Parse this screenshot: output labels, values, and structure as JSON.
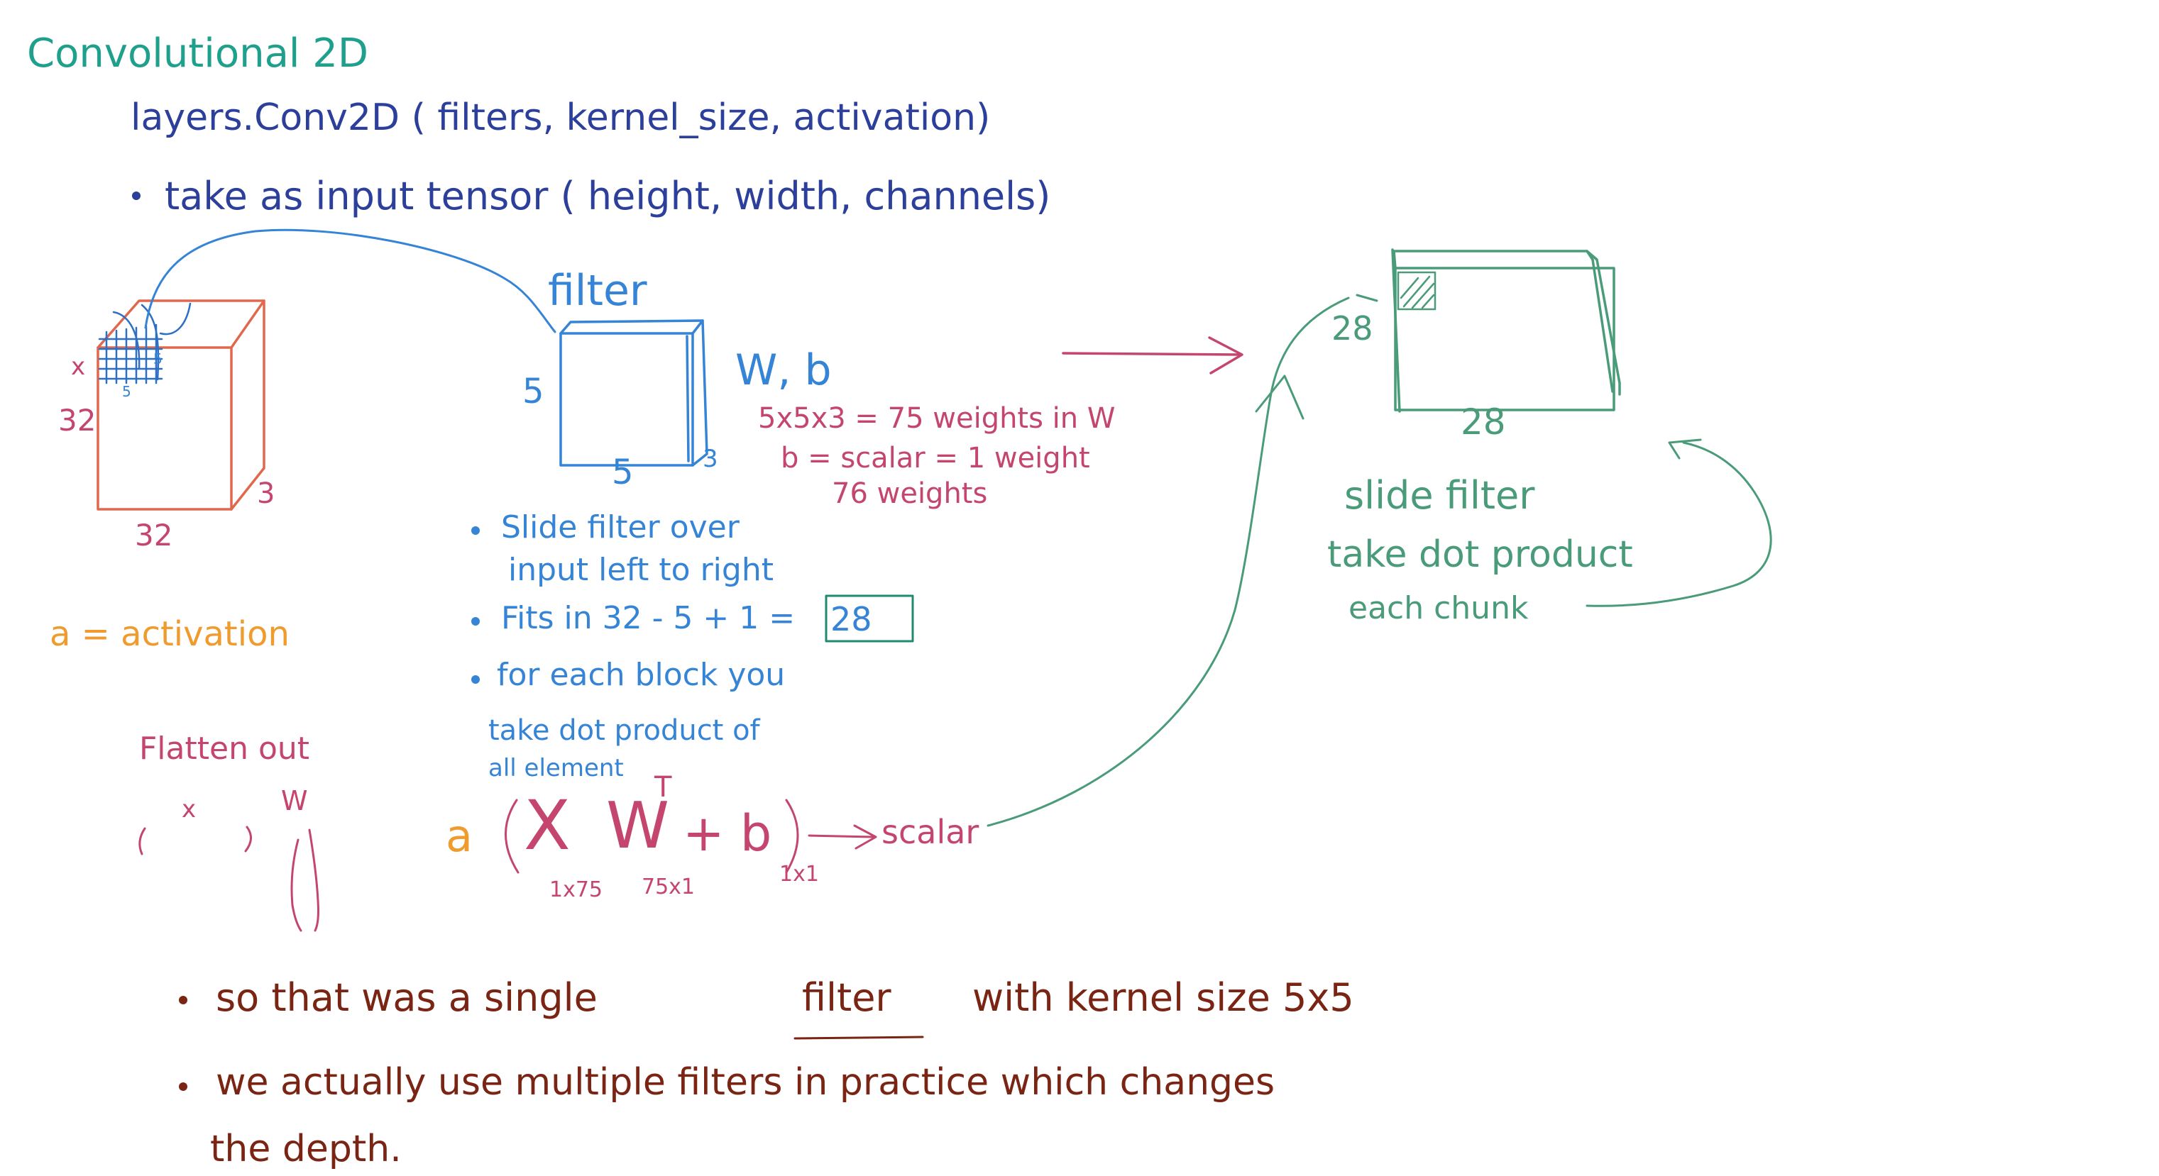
{
  "title": "Convolutional 2D",
  "code_line": "layers.Conv2D ( filters, kernel_size, activation)",
  "input_note": "take as input tensor ( height, width, channels)",
  "input_cube": {
    "height_label": "32",
    "width_label": "32",
    "depth_label": "3",
    "x_label": "x",
    "patch_label_1": "5",
    "patch_label_2": "5"
  },
  "filter": {
    "title": "filter",
    "side_label": "5",
    "bottom_label": "5",
    "depth_label": "3",
    "params_label": "W, b"
  },
  "weights": {
    "line1": "5x5x3 = 75 weights in W",
    "line2": "b = scalar = 1 weight",
    "line3": "76 weights"
  },
  "slide_notes": {
    "line1": "Slide filter over",
    "line2": "input left to right",
    "line3_prefix": "Fits in 32 - 5 + 1 =",
    "line3_value": "28",
    "line4": "for each block you",
    "line5": "take dot product of",
    "line6": "all element"
  },
  "activation_note": "a = activation",
  "flatten": {
    "label": "Flatten out",
    "x_label": "x",
    "w_label": "W"
  },
  "formula": {
    "a": "a",
    "x": "X",
    "w": "W",
    "t": "T",
    "plus_b": "+ b",
    "x_dim": "1x75",
    "w_dim": "75x1",
    "b_dim": "1x1",
    "result": "scalar"
  },
  "output": {
    "side_label": "28",
    "bottom_label": "28"
  },
  "output_notes": {
    "line1": "slide filter",
    "line2": "take dot product",
    "line3": "each chunk"
  },
  "summary": {
    "line1_prefix": "so that was a single",
    "line1_highlight": "filter",
    "line1_suffix": "with kernel size 5x5",
    "line2": "we actually use multiple filters in practice which changes",
    "line3": "the depth."
  },
  "colors": {
    "teal": "#1fa08c",
    "dark_blue": "#2c3f9a",
    "blue": "#3584d6",
    "red": "#c4466e",
    "orange": "#ef9b2e",
    "green": "#4a9b79",
    "brown": "#7a2414",
    "cube_orange": "#e0684e"
  }
}
